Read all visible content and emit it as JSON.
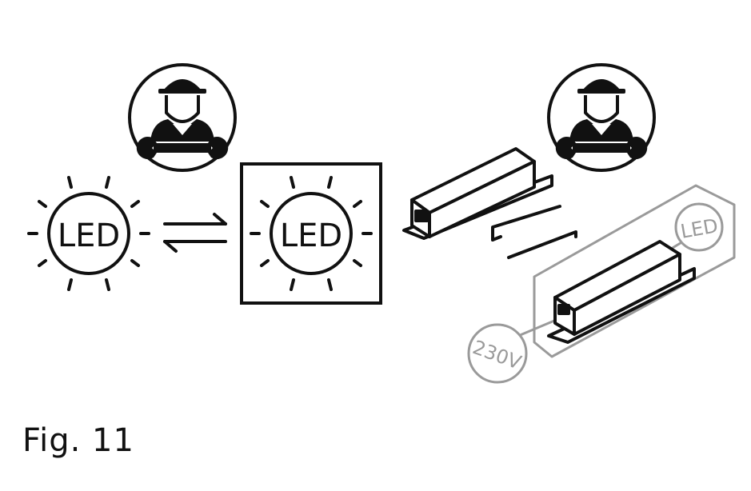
{
  "led_left": {
    "label": "LED"
  },
  "led_boxed": {
    "label": "LED"
  },
  "led_small": {
    "label": "LED"
  },
  "voltage": {
    "label": "230V"
  },
  "caption": {
    "text": "Fig. 11"
  },
  "colors": {
    "ink": "#111111",
    "faded": "#9a9a9a"
  },
  "icons": [
    "technician-icon",
    "wrench-icon",
    "swap-arrows-icon",
    "exchange-arrow-icon",
    "led-driver-icon"
  ]
}
